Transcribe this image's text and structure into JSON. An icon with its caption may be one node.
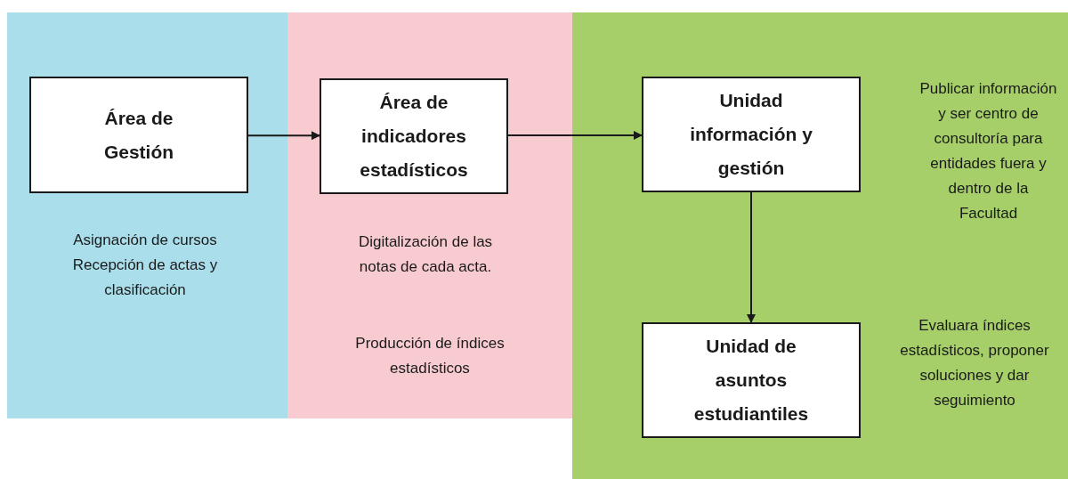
{
  "diagram": {
    "nodes": [
      {
        "text": [
          "Asignación de cursos Recepción de actas y clasificación"
        ]
      },
      {
        "text": [
          "Área de Gestión"
        ],
        "in": 0
      },
      {
        "text": [
          "Digitalización de las notas de cada acta.",
          "Producción de índices estadísticos"
        ]
      },
      {
        "text": [
          "Área de indicadores estadísticos"
        ],
        "in": 2
      },
      {
        "text": [
          "Publicar información y ser centro de consultoría para entidades fuera y dentro de la Facultad",
          "Evaluara índices estadísticos, proponer soluciones y dar seguimiento"
        ]
      },
      {
        "text": [
          "Unidad información y gestión"
        ],
        "in": 4
      },
      {
        "text": [
          "Unidad de asuntos estudiantiles"
        ],
        "in": 4
      }
    ],
    "edges": [
      {
        "from": 1,
        "to": 3,
        "arrow": "to"
      },
      {
        "from": 3,
        "to": 5,
        "arrow": "to"
      },
      {
        "from": 5,
        "to": 6,
        "arrow": "to"
      }
    ]
  }
}
